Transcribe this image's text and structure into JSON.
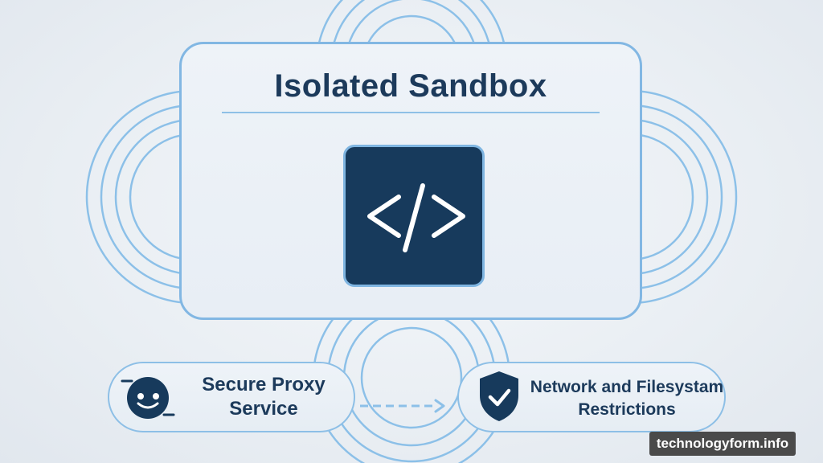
{
  "title": "Isolated Sandbox",
  "code_icon": "code-brackets-icon",
  "proxy": {
    "line1": "Secure Proxy",
    "line2": "Service",
    "icon": "proxy-face-icon"
  },
  "restrictions": {
    "line1": "Network and Filesystam",
    "line2": "Restrictions",
    "icon": "shield-check-icon"
  },
  "connector": "dashed-arrow",
  "watermark": "technologyform.info",
  "colors": {
    "navy": "#173a5c",
    "text": "#1c3a5b",
    "ring": "#82b7e3",
    "background": "#eaeff4"
  }
}
